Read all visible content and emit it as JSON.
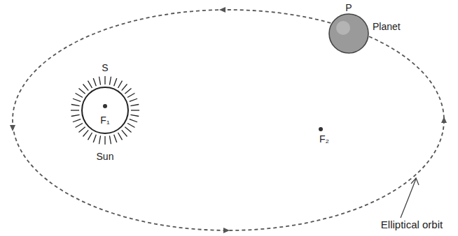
{
  "diagram": {
    "nodes": [
      {
        "text": [
          "S",
          "Sun"
        ]
      },
      {
        "text": [
          "P",
          "Planet"
        ]
      }
    ],
    "labels": [
      "F₁",
      "F₂",
      "Elliptical orbit"
    ]
  }
}
